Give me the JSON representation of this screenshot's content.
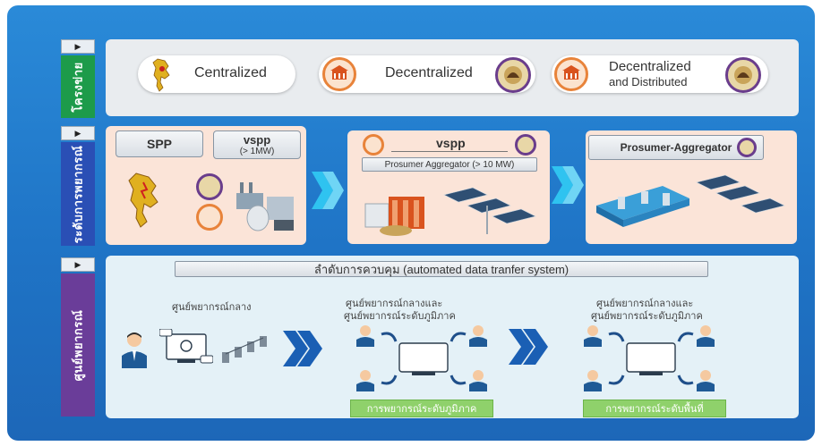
{
  "rows": [
    {
      "tab_icon": "play-icon",
      "label": "โครงข่าย",
      "color": "#1d9b4a"
    },
    {
      "tab_icon": "play-icon",
      "label": "ระดับการพยากรณ์",
      "color": "#2a4fb5"
    },
    {
      "tab_icon": "play-icon",
      "label": "ศูนย์พยากรณ์",
      "color": "#6a3d99"
    }
  ],
  "network": {
    "centralized": "Centralized",
    "decentralized": "Decentralized",
    "distributed_line1": "Decentralized",
    "distributed_line2": "and Distributed"
  },
  "forecast": {
    "spp": "SPP",
    "vspp_left": "vspp",
    "vspp_left_sub": "(> 1MW)",
    "vspp_mid": "vspp",
    "vspp_mid_sub": "Prosumer Aggregator (> 10 MW)",
    "prosumer": "Prosumer-Aggregator"
  },
  "center": {
    "control_title": "ลำดับการควบคุม (automated data tranfer system)",
    "central_label": "ศูนย์พยากรณ์กลาง",
    "regional_label_1": "ศูนย์พยากรณ์กลางและ",
    "regional_label_2": "ศูนย์พยากรณ์ระดับภูมิภาค",
    "area_label_1": "ศูนย์พยากรณ์กลางและ",
    "area_label_2": "ศูนย์พยากรณ์ระดับภูมิภาค",
    "tag_regional": "การพยากรณ์ระดับภูมิภาค",
    "tag_area": "การพยากรณ์ระดับพื้นที่"
  },
  "colors": {
    "frame_blue": "#1f74c6",
    "arrow_cyan": "#2fc3f0",
    "arrow_blue": "#1a5fb4",
    "panel_pink": "#fbe4d8",
    "tag_green": "#8fd16b",
    "seal_orange": "#e8833a",
    "seal_purple": "#6a3d8c"
  }
}
